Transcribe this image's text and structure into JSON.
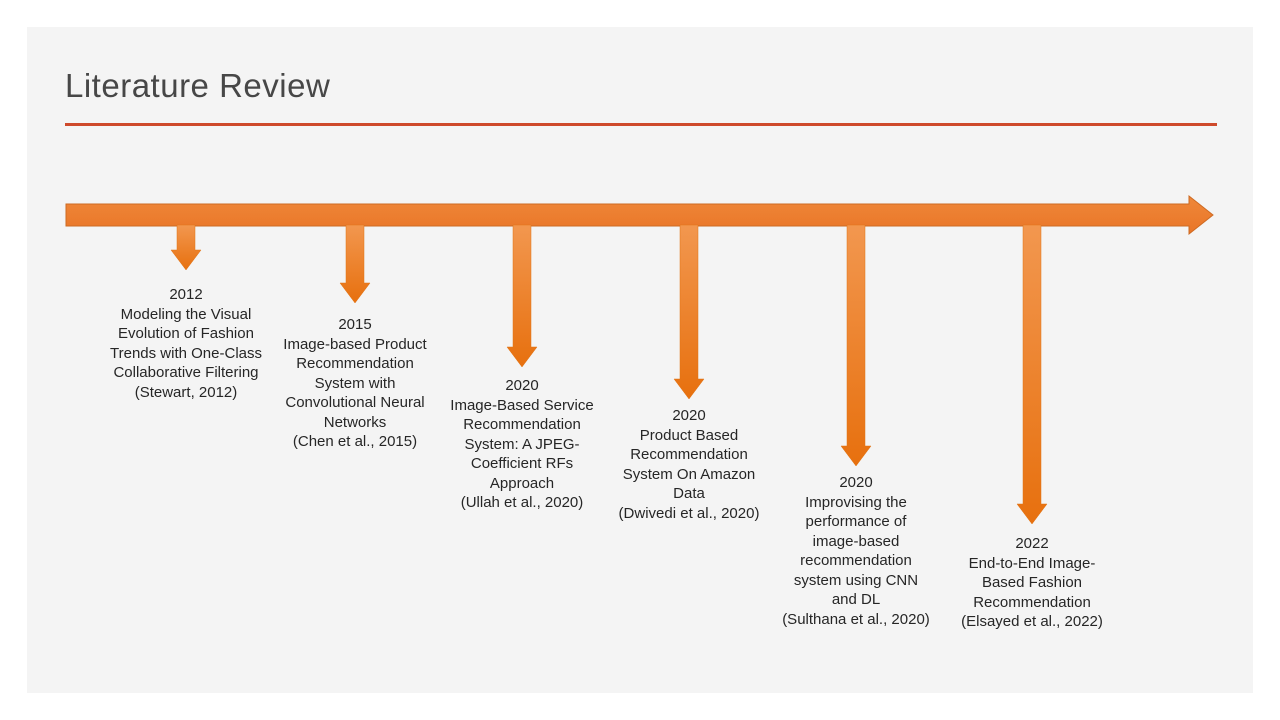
{
  "slide": {
    "title": "Literature Review"
  },
  "colors": {
    "slide_background": "#F4F4F4",
    "accent_line": "#CE4A2B",
    "title_text": "#474747",
    "body_text": "#262626",
    "bar_gradient_top": "#EF883A",
    "bar_gradient_bottom": "#E97527",
    "bar_stroke": "#CD6A22",
    "marker_gradient_top": "#F2974F",
    "marker_gradient_bottom": "#E7700E",
    "marker_stroke": "#E07415"
  },
  "timeline": {
    "entries": [
      {
        "year": "2012",
        "title": "Modeling the Visual\nEvolution of Fashion\nTrends with One-Class\nCollaborative Filtering",
        "citation": "(Stewart, 2012)"
      },
      {
        "year": "2015",
        "title": "Image-based Product\nRecommendation\nSystem with\nConvolutional Neural\nNetworks",
        "citation": "(Chen et al., 2015)"
      },
      {
        "year": "2020",
        "title": "Image-Based Service\nRecommendation\nSystem: A JPEG-\nCoefficient RFs\nApproach",
        "citation": "(Ullah et al., 2020)"
      },
      {
        "year": "2020",
        "title": "Product Based\nRecommendation\nSystem On Amazon\nData",
        "citation": "(Dwivedi et al., 2020)"
      },
      {
        "year": "2020",
        "title": "Improvising the\nperformance of\nimage-based\nrecommendation\nsystem using CNN\nand DL",
        "citation": "(Sulthana et al., 2020)"
      },
      {
        "year": "2022",
        "title": "End-to-End Image-\nBased Fashion\nRecommendation",
        "citation": "(Elsayed et al., 2022)"
      }
    ]
  }
}
